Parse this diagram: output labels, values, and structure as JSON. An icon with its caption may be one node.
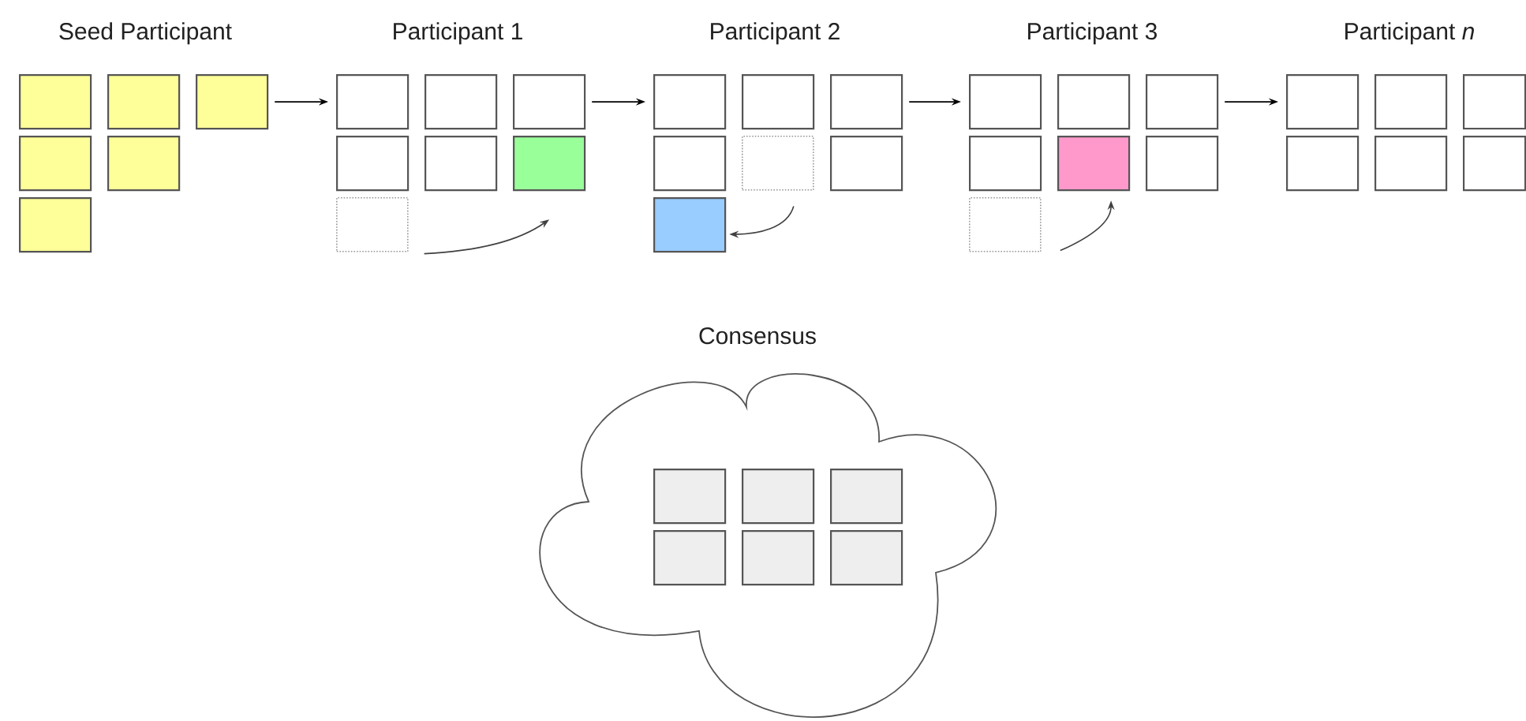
{
  "diagram": {
    "nodes": [
      {
        "text": [],
        "shape": "box"
      },
      {
        "text": [],
        "shape": "box"
      },
      {
        "text": [],
        "shape": "box"
      },
      {
        "text": [],
        "shape": "box"
      },
      {
        "text": [],
        "shape": "box"
      },
      {
        "text": [],
        "shape": "box"
      },
      {
        "text": [],
        "shape": "box"
      },
      {
        "text": [],
        "shape": "box"
      },
      {
        "text": [],
        "shape": "box"
      },
      {
        "text": [],
        "shape": "box"
      },
      {
        "text": [],
        "shape": "box"
      },
      {
        "text": [],
        "shape": "box"
      },
      {
        "text": [],
        "shape": "box"
      },
      {
        "text": [],
        "shape": "box"
      },
      {
        "text": [],
        "shape": "box"
      },
      {
        "text": [],
        "shape": "box"
      },
      {
        "text": [],
        "shape": "box"
      },
      {
        "text": [],
        "shape": "box"
      },
      {
        "text": [],
        "shape": "box"
      },
      {
        "text": [],
        "shape": "box"
      },
      {
        "text": [],
        "shape": "box"
      },
      {
        "text": [],
        "shape": "box"
      },
      {
        "text": [],
        "shape": "box"
      },
      {
        "text": [],
        "shape": "box"
      },
      {
        "text": [],
        "shape": "box"
      },
      {
        "text": [],
        "shape": "box"
      },
      {
        "text": [],
        "shape": "box"
      },
      {
        "text": [],
        "shape": "box"
      },
      {
        "text": [],
        "shape": "box"
      },
      {
        "text": [],
        "shape": "box"
      },
      {
        "text": [],
        "shape": "box"
      },
      {
        "text": [],
        "shape": "box"
      },
      {
        "text": [],
        "shape": "box"
      },
      {
        "text": [
          "Consensus"
        ]
      },
      {
        "text": [],
        "shape": "box",
        "in": 33
      },
      {
        "text": [],
        "shape": "box",
        "in": 33
      },
      {
        "text": [],
        "shape": "box",
        "in": 33
      },
      {
        "text": [],
        "shape": "box",
        "in": 33
      },
      {
        "text": [],
        "shape": "box",
        "in": 33
      },
      {
        "text": [],
        "shape": "box",
        "in": 33
      }
    ],
    "edges": [
      {
        "from": 2,
        "to": 6,
        "arrow": "to"
      },
      {
        "from": 8,
        "to": 13,
        "arrow": "to"
      },
      {
        "from": 15,
        "to": 20,
        "arrow": "to"
      },
      {
        "from": 22,
        "to": 27,
        "arrow": "to"
      },
      {
        "from": 12,
        "to": 11,
        "arrow": "to"
      },
      {
        "from": 17,
        "to": 19,
        "arrow": "to"
      },
      {
        "from": 26,
        "to": 24,
        "arrow": "to"
      }
    ],
    "labels": [
      "Seed Participant",
      "Participant 1",
      "Participant 2",
      "Participant 3",
      "Participant *n*"
    ]
  }
}
